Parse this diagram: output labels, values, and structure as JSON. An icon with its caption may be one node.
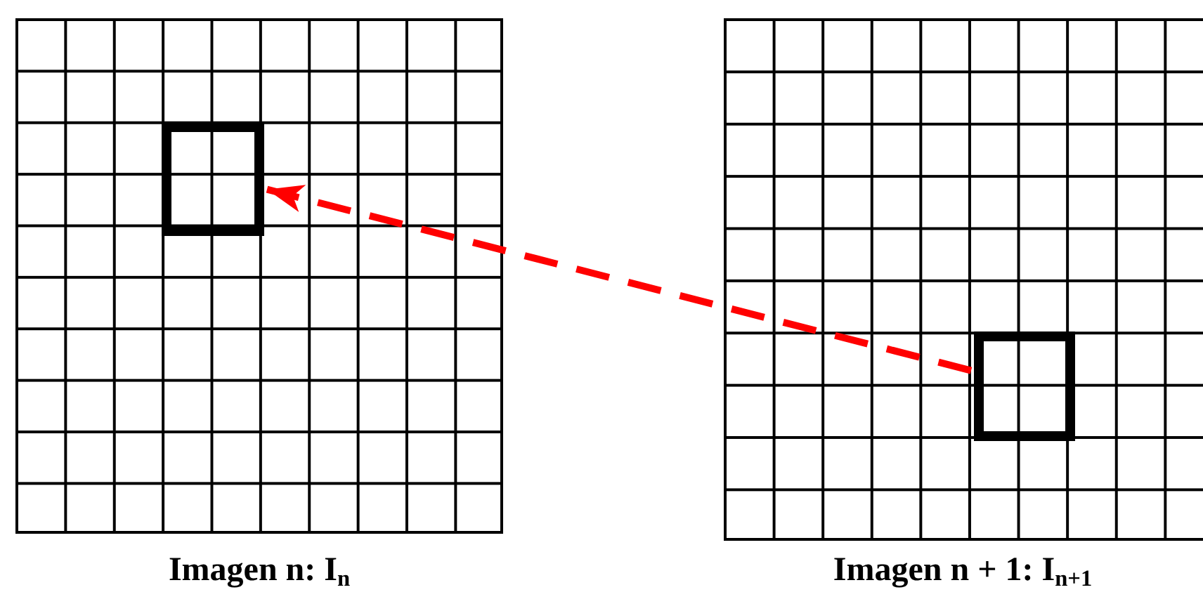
{
  "diagram": {
    "nodes": [
      {
        "text": [
          "Imagen n: I$_{n}$"
        ]
      },
      {
        "text": [],
        "shape": "box",
        "in": 0
      },
      {
        "text": [
          "Imagen n + 1: I$_{n+1}$"
        ]
      },
      {
        "text": [],
        "shape": "box",
        "in": 2
      }
    ],
    "edges": [
      {
        "from": 3,
        "to": 1,
        "arrow": "to",
        "style": "dashed",
        "color": "#ff0000"
      }
    ]
  }
}
